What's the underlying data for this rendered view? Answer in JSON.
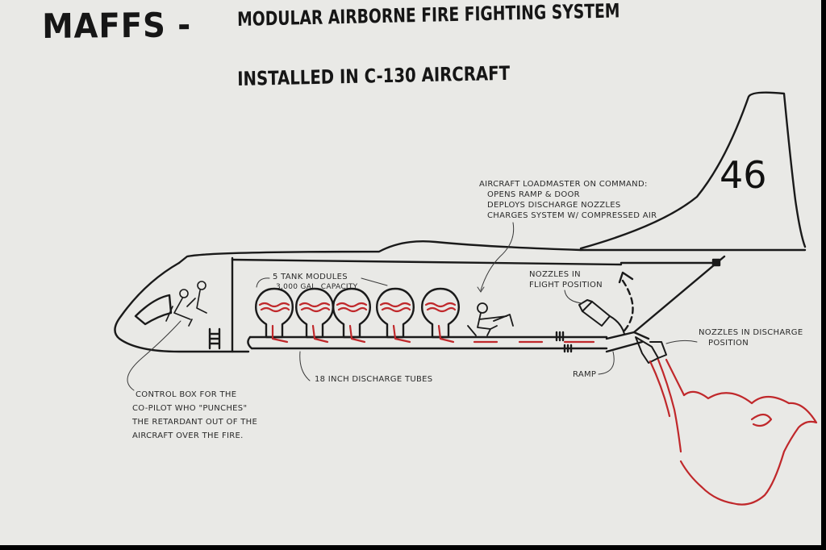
{
  "title": {
    "main": "MAFFS -",
    "subtitle": "Modular Airborne Fire Fighting System",
    "line2": "Installed in C-130 Aircraft"
  },
  "tail_number": "46",
  "callouts": {
    "loadmaster": [
      "Aircraft loadmaster on command:",
      "Opens ramp & door",
      "Deploys discharge nozzles",
      "Charges system w/ compressed air"
    ],
    "tank_modules": [
      "5 tank modules",
      "3,000 gal. capacity"
    ],
    "nozzles_flight": [
      "Nozzles in",
      "flight position"
    ],
    "nozzles_discharge": [
      "Nozzles in discharge",
      "position"
    ],
    "discharge_tubes": "18 inch discharge tubes",
    "ramp": "Ramp",
    "control_box": [
      "Control box for the",
      "co-pilot who \"punches\"",
      "the retardant out of the",
      "aircraft over the fire."
    ]
  },
  "colors": {
    "paper": "#e9e9e6",
    "ink": "#161616",
    "retardant_red": "#c0282b"
  }
}
